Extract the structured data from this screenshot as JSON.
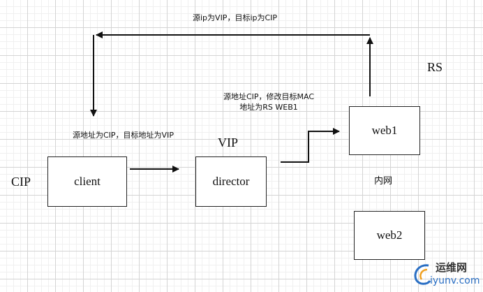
{
  "nodes": {
    "client": "client",
    "director": "director",
    "web1": "web1",
    "web2": "web2"
  },
  "labels": {
    "cip": "CIP",
    "vip": "VIP",
    "rs": "RS",
    "intranet": "内网"
  },
  "notes": {
    "return_path": "源ip为VIP，目标ip为CIP",
    "request_path": "源地址为CIP，目标地址为VIP",
    "rewrite_line1": "源地址CIP，修改目标MAC",
    "rewrite_line2": "地址为RS WEB1"
  },
  "watermark": {
    "title": "运维网",
    "url": "iyunv.com"
  },
  "colors": {
    "line": "#111111",
    "watermark_blue": "#2a6fc4"
  }
}
